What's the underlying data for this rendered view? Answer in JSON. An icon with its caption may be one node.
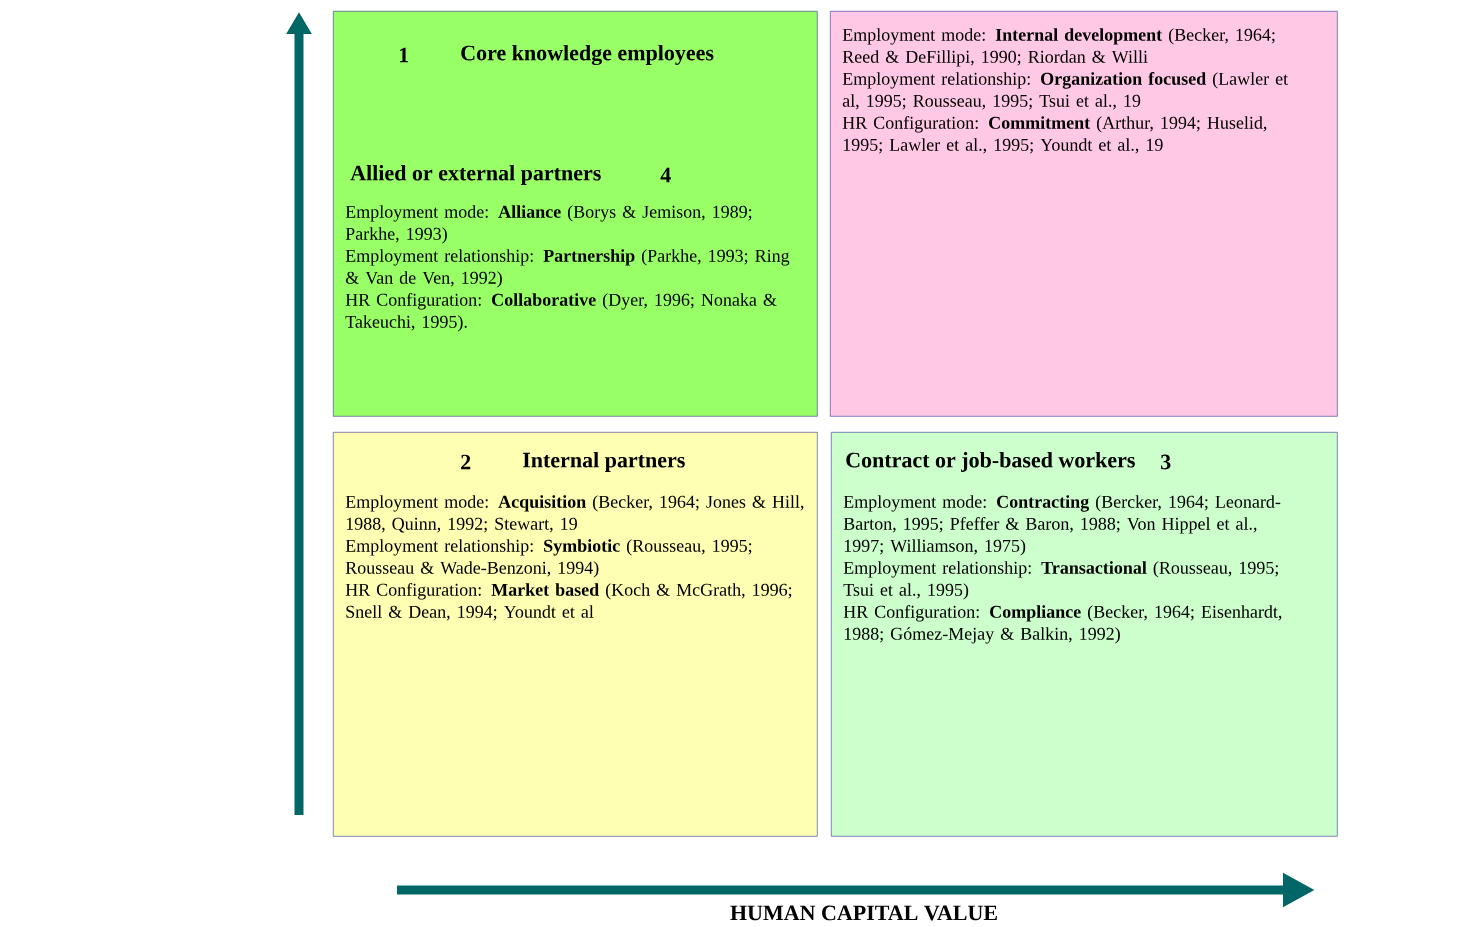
{
  "diagram": {
    "nodes": [
      {
        "text": [
          "1",
          "Core knowledge employees",
          "Allied or external partners",
          "4"
        ]
      },
      {
        "text": [],
        "shape": "box"
      },
      {
        "text": [
          "2",
          "Internal partners"
        ]
      },
      {
        "text": [
          "Contract or job-based workers",
          "3"
        ]
      }
    ],
    "labels": [
      "Employment mode: **Alliance** (Borys & Jemison, 1989; Parkhe, 1993)",
      "Employment relationship: **Partnership** (Parkhe, 1993; Ring & Van de Ven, 1992)",
      "HR Configuration: **Collaborative** (Dyer, 1996; Nonaka & Takeuchi, 1995).",
      "Employment mode: **Internal development** (Becker, 1964; Reed & DeFillipi, 1990; Riordan & Willi",
      "Employment relationship: **Organization focused** (Lawler et al, 1995; Rousseau, 1995; Tsui et al., 19",
      "HR Configuration: **Commitment** (Arthur, 1994; Huselid, 1995; Lawler et al., 1995; Youndt et al., 19",
      "Employment mode: **Acquisition** (Becker, 1964; Jones & Hill, 1988, Quinn, 1992; Stewart, 19",
      "Employment relationship: **Symbiotic** (Rousseau, 1995; Rousseau & Wade-Benzoni, 1994)",
      "HR Configuration: **Market based** (Koch & McGrath, 1996; Snell & Dean, 1994; Youndt et al",
      "Employment mode: **Contracting** (Bercker, 1964; Leonard-Barton, 1995; Pfeffer & Baron, 1988; Von Hippel et al., 1997; Williamson, 1975)",
      "Employment relationship: **Transactional** (Rousseau, 1995; Tsui et al., 1995)",
      "HR Configuration: **Compliance** (Becker, 1964; Eisenhardt, 1988; Gómez-Mejay & Balkin, 1992)",
      "HUMAN CAPITAL VALUE"
    ]
  }
}
